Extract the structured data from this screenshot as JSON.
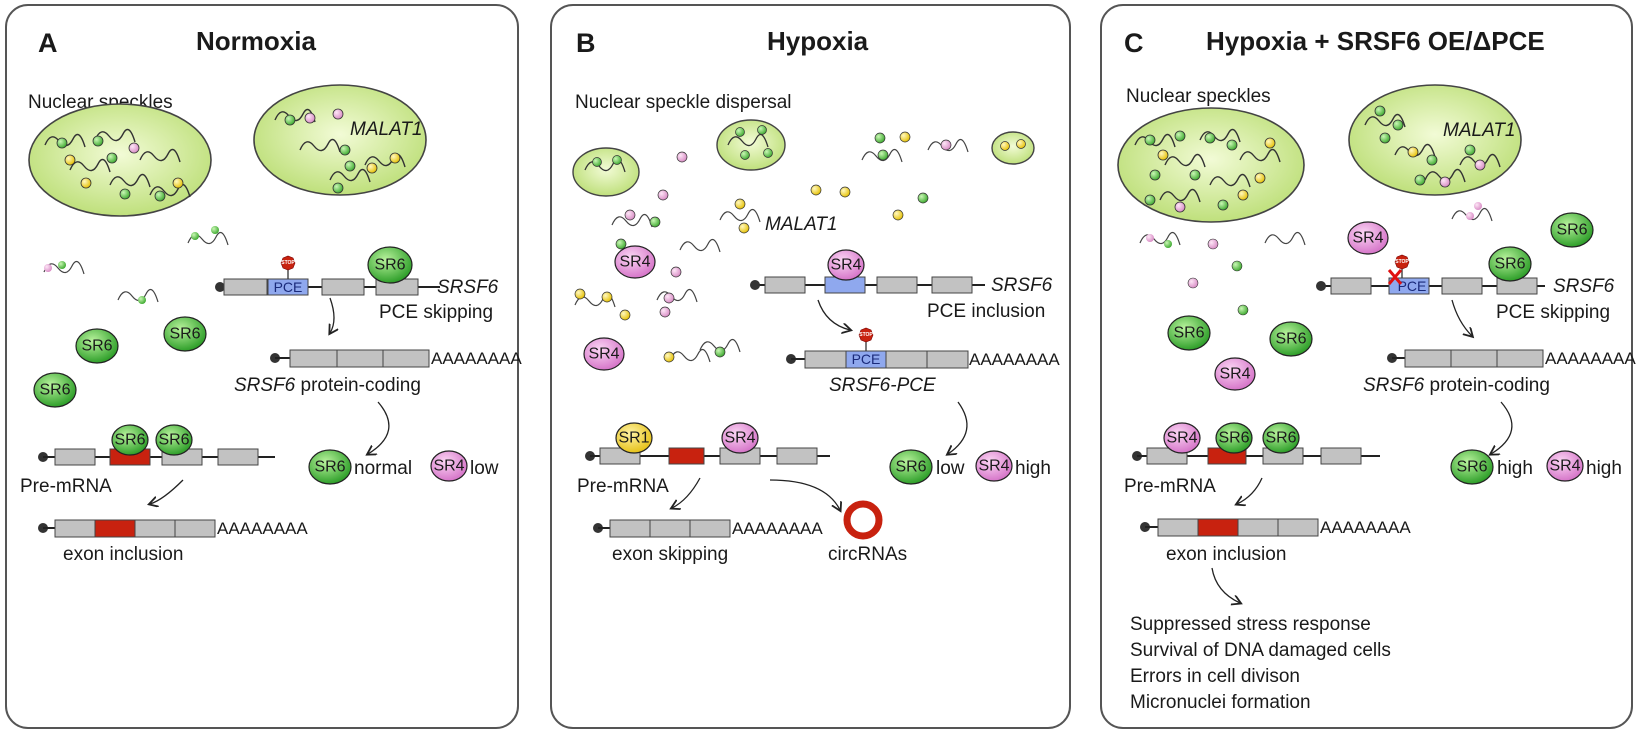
{
  "panels": [
    {
      "letter": "A",
      "title": "Normoxia"
    },
    {
      "letter": "B",
      "title": "Hypoxia"
    },
    {
      "letter": "C",
      "title": "Hypoxia + SRSF6 OE/ΔPCE"
    }
  ],
  "labels": {
    "nuclear_speckles": "Nuclear speckles",
    "nuclear_speckle_dispersal": "Nuclear speckle dispersal",
    "malat1": "MALAT1",
    "srsf6": "SRSF6",
    "pce": "PCE",
    "stop": "STOP",
    "sr6": "SR6",
    "sr4": "SR4",
    "sr1": "SR1",
    "pce_skipping": "PCE skipping",
    "pce_inclusion": "PCE inclusion",
    "srsf6_protein_coding": "protein-coding",
    "srsf6_pce": "SRSF6-PCE",
    "polyA": "AAAAAAAA",
    "pre_mrna": "Pre-mRNA",
    "exon_inclusion": "exon inclusion",
    "exon_skipping": "exon skipping",
    "circrnas": "circRNAs",
    "normal": "normal",
    "low": "low",
    "high": "high"
  },
  "outcomes": [
    "Suppressed stress response",
    "Survival of DNA damaged cells",
    "Errors in cell divison",
    "Micronuclei formation"
  ],
  "colors": {
    "speckle_fill": "#cfe88f",
    "speckle_edge": "#4a4a4a",
    "sr6_fill": "#5cc04a",
    "sr4_fill": "#e99be0",
    "sr1_fill": "#f5dc3a",
    "exon_gray": "#c2c2c2",
    "pce_blue": "#8fa8ee",
    "exon_red": "#c8220f",
    "stop_red": "#c8220f",
    "dot_green": "#66cc44",
    "dot_yellow": "#f2d521",
    "dot_pink": "#ee99cc"
  }
}
